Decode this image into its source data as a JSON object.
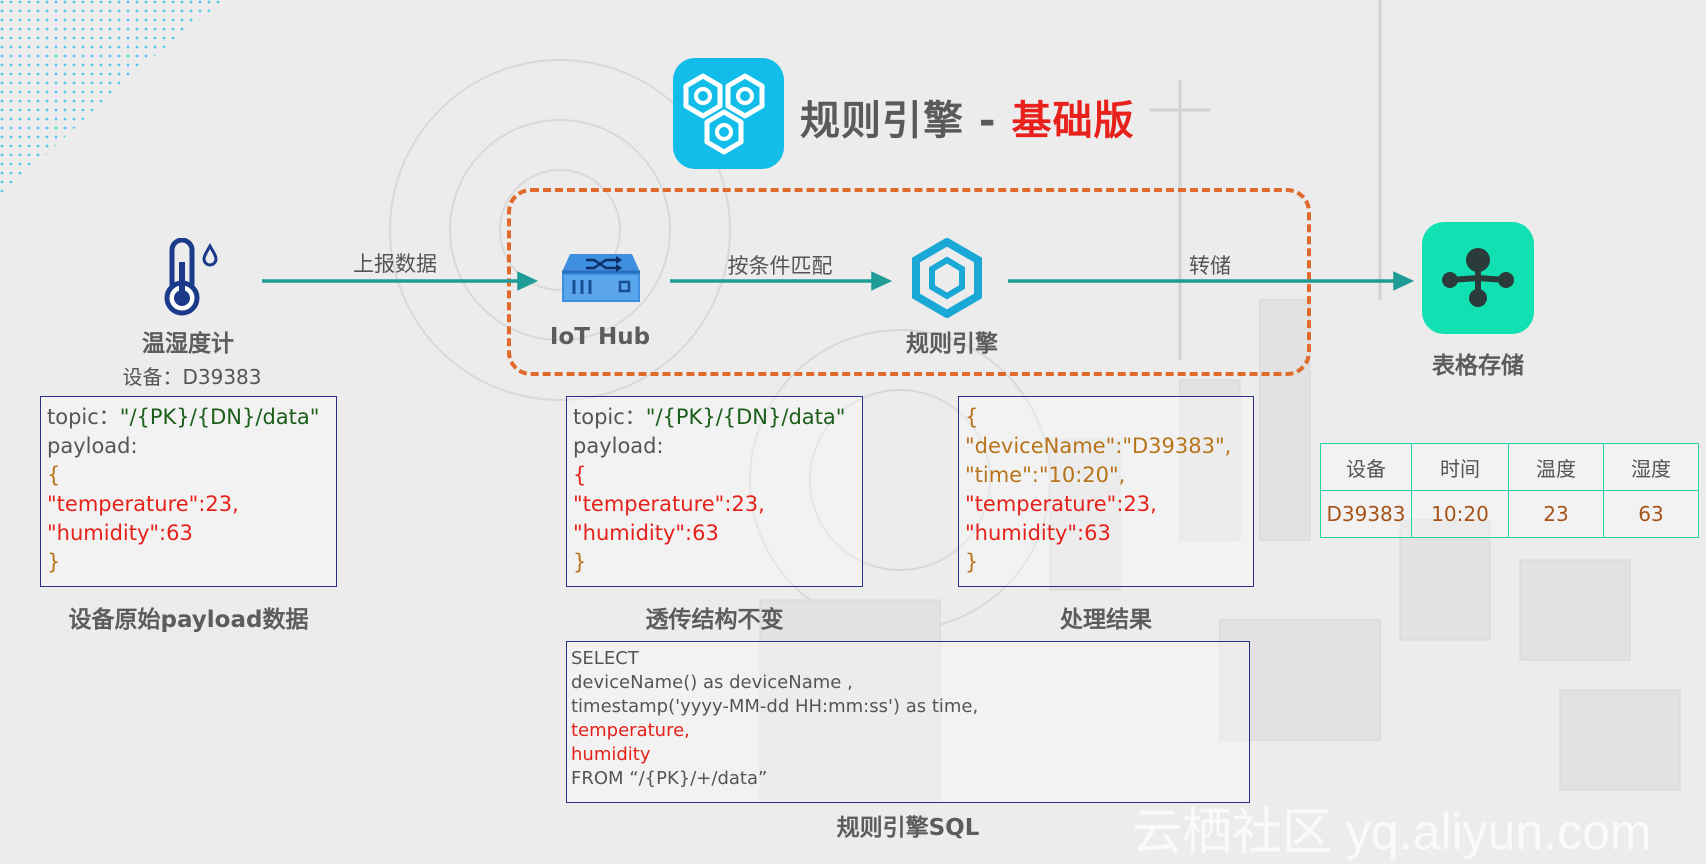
{
  "title": {
    "main": "规则引擎 - ",
    "highlight": "基础版"
  },
  "nodes": {
    "sensor": {
      "label": "温湿度计",
      "device": "设备：D39383"
    },
    "hub": {
      "label": "IoT Hub"
    },
    "engine": {
      "label": "规则引擎"
    },
    "storage": {
      "label": "表格存储"
    }
  },
  "edges": {
    "report": "上报数据",
    "match": "按条件匹配",
    "store": "转储"
  },
  "raw_payload": {
    "topic_key": "topic：",
    "topic_value": "\"/{PK}/{DN}/data\"",
    "payload_key": "payload:",
    "open": "{",
    "temp": "\"temperature\":23,",
    "hum": "\"humidity\":63",
    "close": "}",
    "caption": "设备原始payload数据"
  },
  "passthrough_payload": {
    "topic_key": "topic：",
    "topic_value": "\"/{PK}/{DN}/data\"",
    "payload_key": "payload:",
    "open": "{",
    "temp": "\"temperature\":23,",
    "hum": "\"humidity\":63",
    "close": "}",
    "caption": "透传结构不变"
  },
  "result_payload": {
    "open": "{",
    "device": "\"deviceName\":\"D39383\",",
    "time": "\"time\":\"10:20\",",
    "temp": "\"temperature\":23,",
    "hum": "\"humidity\":63",
    "close": "}",
    "caption": "处理结果"
  },
  "sql": {
    "lines": {
      "l1": "SELECT",
      "l2": "deviceName() as deviceName ,",
      "l3": "timestamp('yyyy-MM-dd HH:mm:ss') as time,",
      "l4": "temperature,",
      "l5": "humidity",
      "l6": "FROM   “/{PK}/+/data”"
    },
    "caption": "规则引擎SQL"
  },
  "table": {
    "headers": [
      "设备",
      "时间",
      "温度",
      "湿度"
    ],
    "row": [
      "D39383",
      "10:20",
      "23",
      "63"
    ]
  },
  "watermark": "云栖社区 yq.aliyun.com",
  "colors": {
    "arrow": "#1e9c95",
    "title_icon": "#12bde9",
    "storage_icon": "#11e0b2",
    "dashed": "#e06a2b",
    "hub_icon": "#2f7fd6",
    "sensor_icon": "#1b3a8a"
  }
}
